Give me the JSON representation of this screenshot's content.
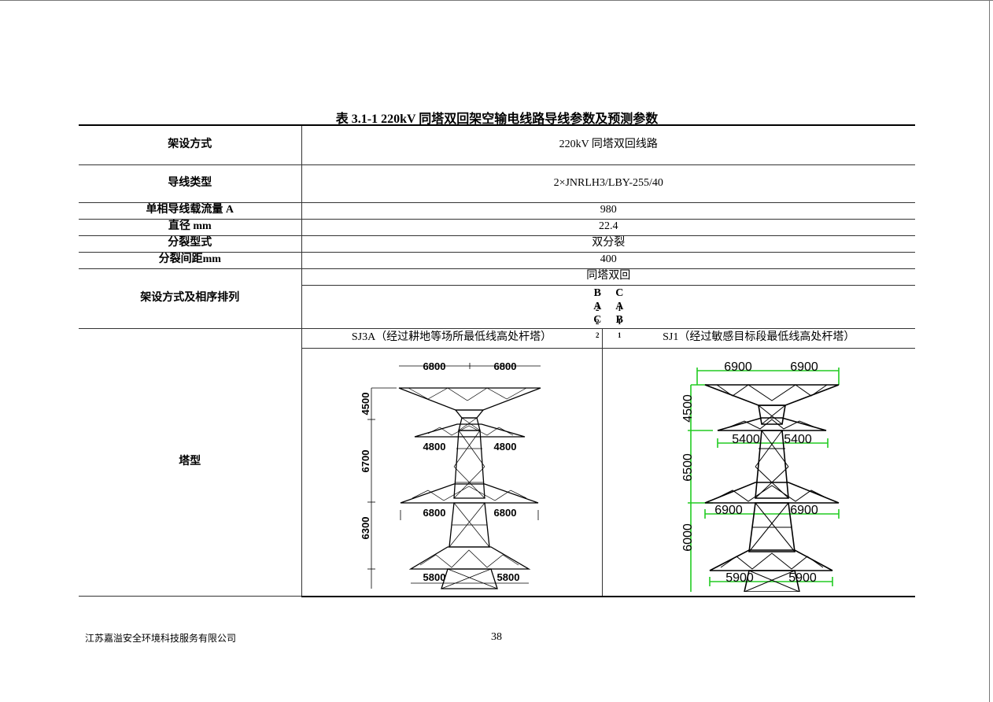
{
  "caption": "表 3.1-1    220kV 同塔双回架空输电线路导线参数及预测参数",
  "rows": {
    "method": {
      "label": "架设方式",
      "value": "220kV 同塔双回线路"
    },
    "conductor": {
      "label": "导线类型",
      "value": "2×JNRLH3/LBY-255/40"
    },
    "current": {
      "label": "单相导线载流量 A",
      "value": "980"
    },
    "diameter": {
      "label": "直径 mm",
      "value": "22.4"
    },
    "split_form": {
      "label": "分裂型式",
      "value": "双分裂"
    },
    "split_spacing": {
      "label": "分裂间距mm",
      "value": "400"
    },
    "phase": {
      "label": "架设方式及相序排列",
      "value": "同塔双回",
      "pairs": [
        {
          "left": "B",
          "left_sub": "2",
          "right": "C",
          "right_sub": "1"
        },
        {
          "left": "A",
          "left_sub": "2",
          "right": "A",
          "right_sub": "1"
        },
        {
          "left": "C",
          "left_sub": "2",
          "right": "B",
          "right_sub": "1"
        }
      ]
    },
    "tower": {
      "label": "塔型",
      "left_title": "SJ3A（经过耕地等场所最低线高处杆塔）",
      "right_title": "SJ1（经过敏感目标段最低线高处杆塔）",
      "left_dims": {
        "arm1": "6800",
        "arm2": "4800",
        "arm3": "6800",
        "arm4": "5800",
        "h1": "4500",
        "h2": "6700",
        "h3": "6300"
      },
      "right_dims": {
        "arm1": "6900",
        "arm2": "5400",
        "arm3": "6900",
        "arm4": "5900",
        "h1": "4500",
        "h2": "6500",
        "h3": "6000"
      }
    }
  },
  "footer": {
    "company": "江苏嘉溢安全环境科技服务有限公司",
    "page": "38"
  },
  "colors": {
    "dimension_green": "#22cc22",
    "line": "#000000"
  }
}
